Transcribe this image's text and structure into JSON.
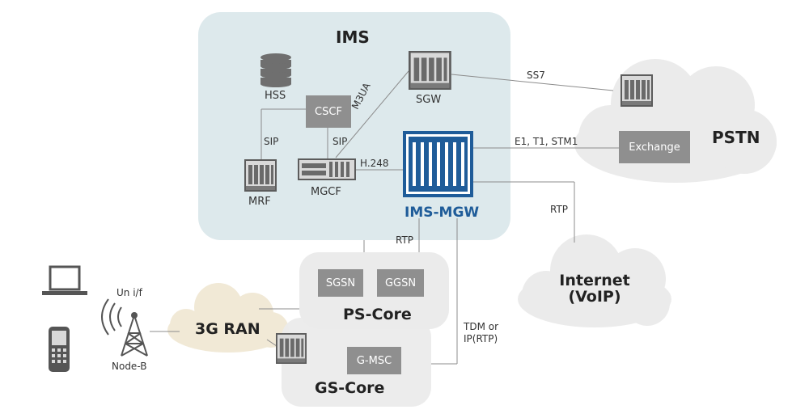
{
  "domains": {
    "ims": "IMS",
    "pstn": "PSTN",
    "internet": "Internet\n(VoIP)",
    "ran": "3G RAN",
    "ps_core": "PS-Core",
    "gs_core": "GS-Core"
  },
  "nodes": {
    "hss": "HSS",
    "cscf": "CSCF",
    "sgw": "SGW",
    "mrf": "MRF",
    "mgcf": "MGCF",
    "ims_mgw": "IMS-MGW",
    "exchange": "Exchange",
    "sgsn": "SGSN",
    "ggsn": "GGSN",
    "g_msc": "G-MSC",
    "node_b": "Node-B"
  },
  "links": {
    "m3ua": "M3UA",
    "ss7": "SS7",
    "sip_mrf": "SIP",
    "sip_mgcf": "SIP",
    "h248": "H.248",
    "e1": "E1, T1, STM1",
    "rtp_internet": "RTP",
    "rtp_core": "RTP",
    "tdm": "TDM or\nIP(RTP)",
    "uni": "Un i/f"
  },
  "colors": {
    "ims_bg": "#dde9ec",
    "cloud": "#ebebeb",
    "ran_cloud": "#f1e9d6",
    "box": "#8f8f8f",
    "mgw_blue": "#1f5c99",
    "line": "#8c8c8c"
  },
  "icons": [
    "database-icon",
    "rack-server-icon",
    "laptop-icon",
    "mobile-phone-icon",
    "antenna-tower-icon"
  ]
}
